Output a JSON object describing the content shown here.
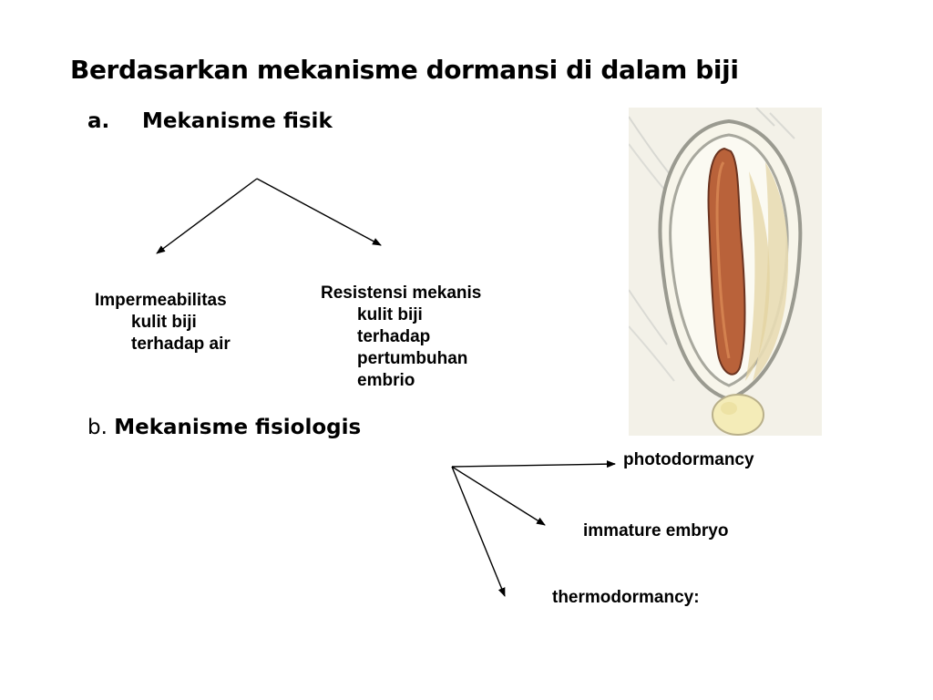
{
  "slide": {
    "title": "Berdasarkan mekanisme dormansi di dalam biji",
    "section_a": {
      "marker": "a.",
      "heading": "Mekanisme fisik",
      "branches": [
        {
          "first_line": "Impermeabilitas",
          "sub_lines": [
            "kulit biji",
            "terhadap air"
          ]
        },
        {
          "first_line": "Resistensi mekanis",
          "sub_lines": [
            "kulit biji",
            "terhadap",
            "pertumbuhan",
            "embrio"
          ]
        }
      ]
    },
    "section_b": {
      "marker": "b.",
      "heading": "Mekanisme fisiologis",
      "branches": [
        "photodormancy",
        "immature embryo",
        "thermodormancy:"
      ]
    },
    "image": {
      "icon": "seed-cross-section-illustration"
    }
  }
}
